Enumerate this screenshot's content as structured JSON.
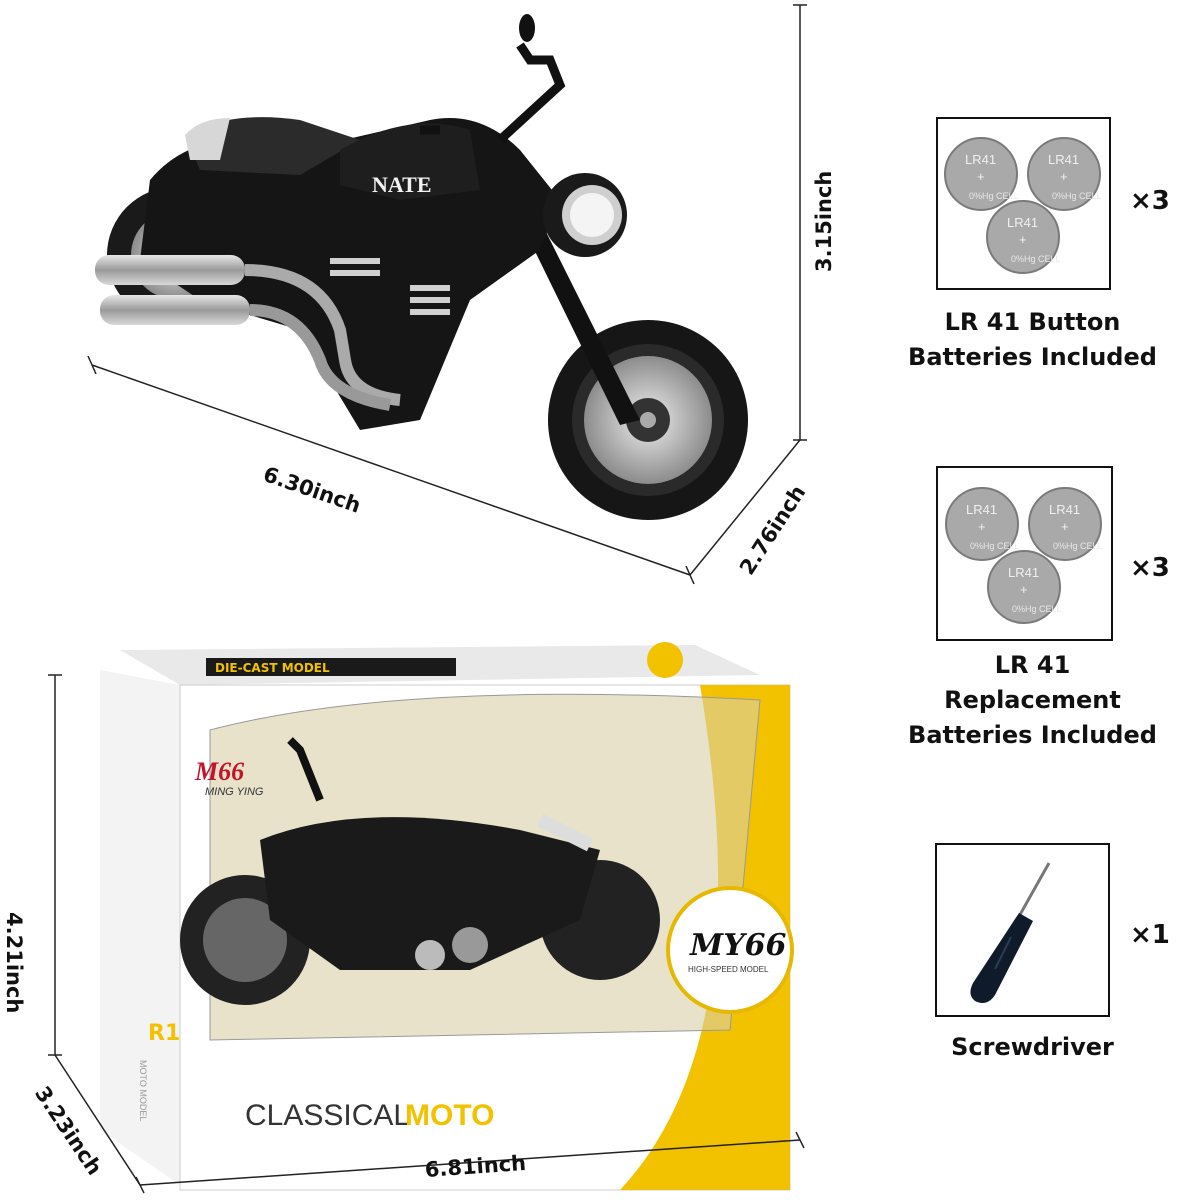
{
  "dimensions": {
    "bike_length": "6.30inch",
    "bike_height": "3.15inch",
    "bike_width": "2.76inch",
    "box_length": "6.81inch",
    "box_height": "4.21inch",
    "box_depth": "3.23inch"
  },
  "box_graphics": {
    "brand_mark": "M66",
    "brand_name": "MING YING",
    "model_badge": "MY66",
    "badge_sub": "HIGH-SPEED MODEL",
    "front_title_part1": "CLASSICAL",
    "front_title_part2": "MOTO",
    "top_strip": "DIE-CAST MODEL",
    "side_code": "R1",
    "side_text": "MOTO MODEL"
  },
  "bike_graphics": {
    "tank_text": "NATE"
  },
  "accessories": [
    {
      "caption_lines": [
        "LR 41 Button",
        "Batteries Included"
      ],
      "quantity": "×3",
      "cell_text": "LR41",
      "cell_plus": "+",
      "cell_sub": "0%Hg CELL"
    },
    {
      "caption_lines": [
        "LR 41",
        "Replacement",
        "Batteries Included"
      ],
      "quantity": "×3",
      "cell_text": "LR41",
      "cell_plus": "+",
      "cell_sub": "0%Hg CELL"
    },
    {
      "caption_lines": [
        "Screwdriver"
      ],
      "quantity": "×1"
    }
  ],
  "colors": {
    "box_yellow": "#f2c200",
    "bike_black": "#151515",
    "chrome": "#b9b9b9"
  }
}
